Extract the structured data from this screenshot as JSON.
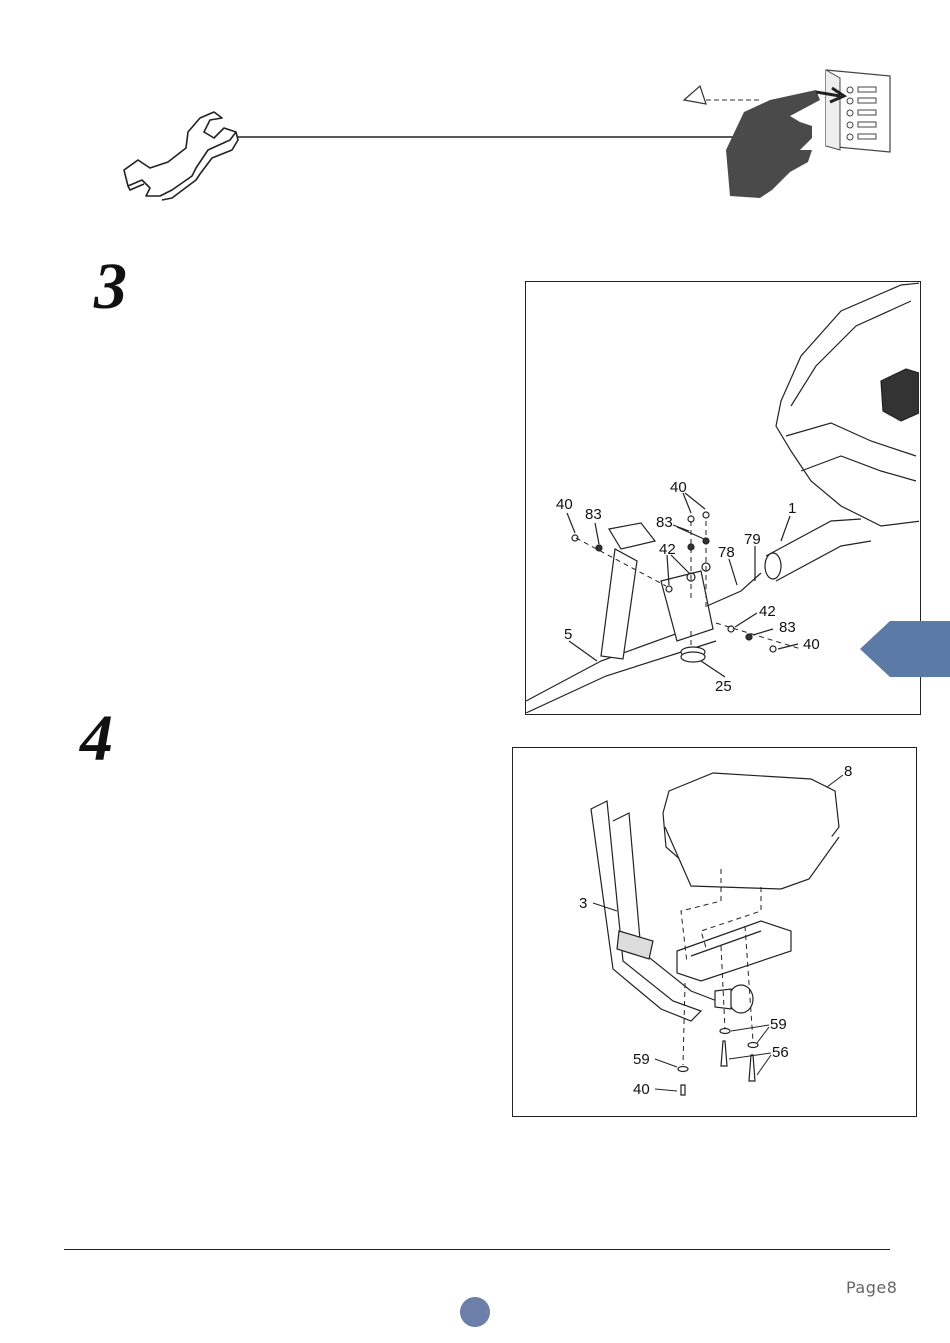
{
  "header": {
    "wrench_icon": "wrench-icon",
    "instruction_icon": "hand-pointing-manual-icon"
  },
  "steps": [
    {
      "number": "3",
      "part_labels": [
        "40",
        "83",
        "40",
        "83",
        "42",
        "78",
        "79",
        "1",
        "5",
        "42",
        "83",
        "40",
        "25"
      ]
    },
    {
      "number": "4",
      "part_labels": [
        "8",
        "3",
        "59",
        "56",
        "59",
        "40"
      ]
    }
  ],
  "footer": {
    "page_label": "Page8"
  },
  "colors": {
    "accent_tab": "#5b7aa6",
    "page_dot": "#6b7fa8"
  }
}
